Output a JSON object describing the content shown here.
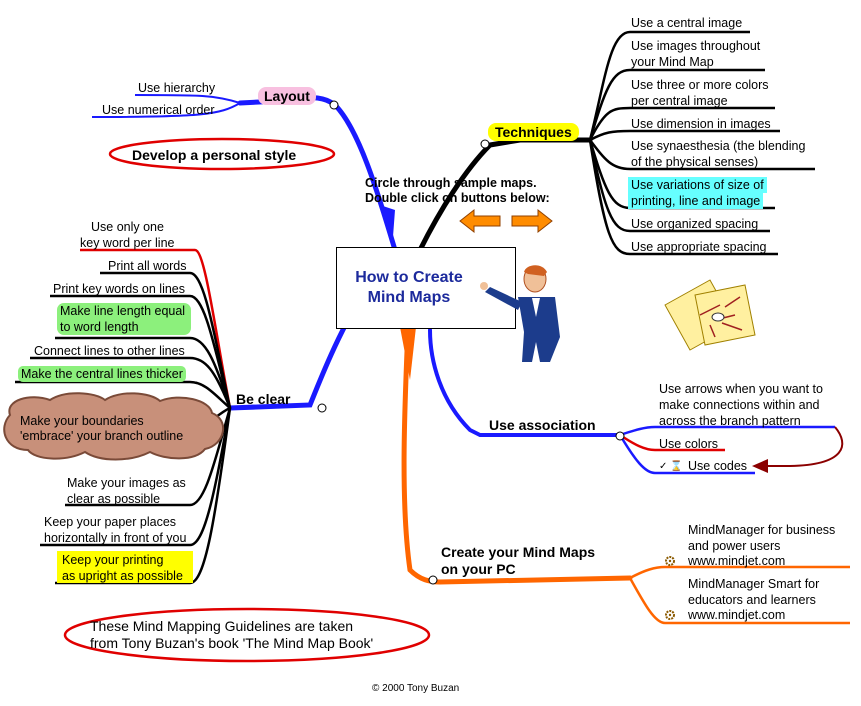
{
  "center": {
    "title_line1": "How to Create",
    "title_line2": "Mind Maps"
  },
  "instructions": {
    "line1": "Circle through sample maps.",
    "line2": "Double click on buttons below:"
  },
  "layout": {
    "label": "Layout",
    "items": [
      "Use hierarchy",
      "Use numerical order"
    ],
    "bubble": "Develop a personal style"
  },
  "techniques": {
    "label": "Techniques",
    "items": [
      "Use a central image",
      "Use images throughout",
      "your Mind Map",
      "Use three or more colors",
      "per central image",
      "Use dimension in images",
      "Use synaesthesia (the blending",
      "of the physical senses)",
      "Use variations of size of",
      "printing, line and image",
      "Use organized spacing",
      "Use appropriate spacing"
    ]
  },
  "be_clear": {
    "label": "Be clear",
    "items": [
      "Use only one",
      "key word per line",
      "Print all words",
      "Print key words on lines",
      "Make line length equal",
      "to word length",
      "Connect lines to other lines",
      "Make the central lines thicker",
      "Make your boundaries",
      "'embrace' your branch outline",
      "Make your images as",
      "clear as possible",
      "Keep your paper places",
      "horizontally in front of you",
      "Keep your printing",
      "as upright as possible"
    ]
  },
  "association": {
    "label": "Use association",
    "items": [
      "Use arrows when you want to",
      "make connections within and",
      "across the branch pattern",
      "Use colors",
      "Use codes"
    ],
    "codes_icon": "✓ ⌛"
  },
  "pc": {
    "label_line1": "Create your Mind Maps",
    "label_line2": "on your PC",
    "items": [
      "MindManager for business",
      "and power users",
      "www.mindjet.com",
      "MindManager Smart for",
      "educators and learners",
      "www.mindjet.com"
    ]
  },
  "source_note": {
    "line1": "These Mind Mapping Guidelines are taken",
    "line2": "from Tony Buzan's book 'The Mind Map Book'"
  },
  "copyright": "© 2000 Tony Buzan",
  "icons": [
    "left-arrow-button-icon",
    "right-arrow-button-icon",
    "presenter-figure-icon",
    "sample-maps-icon",
    "link-icon",
    "gear-icon"
  ],
  "colors": {
    "layout": "#1a1aff",
    "techniques": "#000000",
    "be_clear": "#000000",
    "association": "#1a1aff",
    "pc": "#ff6600",
    "red": "#e00000",
    "title": "#1c2a9c"
  }
}
